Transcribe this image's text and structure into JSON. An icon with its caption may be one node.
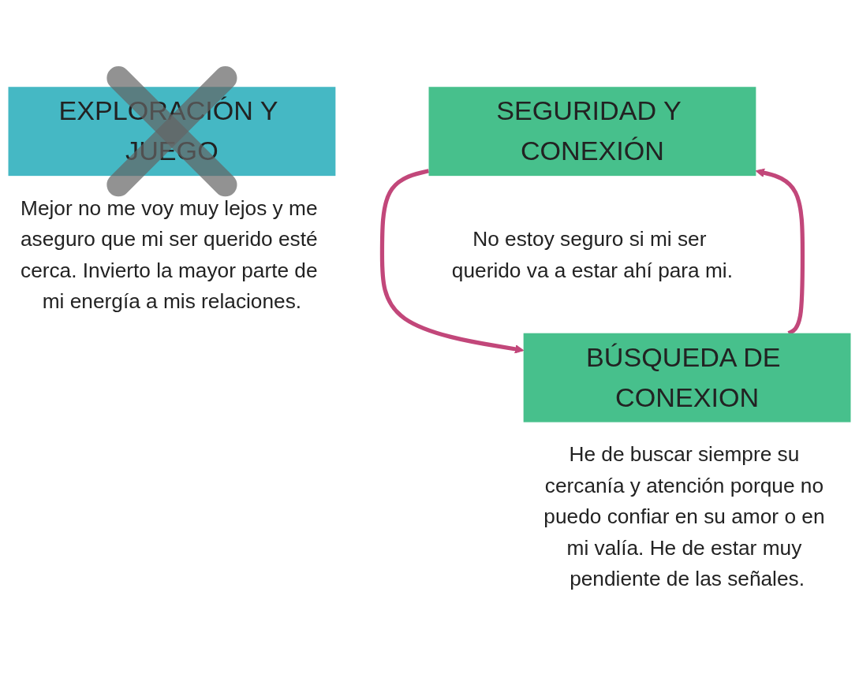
{
  "diagram": {
    "nodes": [
      {
        "text": [
          "SEGURIDAD Y CONEXIÓN"
        ],
        "beside": [
          "No estoy seguro si mi ser querido va a estar ahí para mi."
        ]
      },
      {
        "text": [
          "BÚSQUEDA DE CONEXION"
        ],
        "beside": [
          "He de buscar siempre su cercanía y atención porque no puedo confiar en su amor o en mi valía. He de estar muy pendiente de las señales."
        ]
      },
      {
        "text": [
          "EXPLORACIÓN Y JUEGO"
        ],
        "beside": [
          "Mejor no me voy muy lejos y me aseguro que mi ser querido esté cerca. Invierto la mayor parte de mi energía a mis relaciones."
        ]
      }
    ],
    "edges": [
      {
        "from": 0,
        "to": 1,
        "arrow": "to",
        "color": "#c2477a"
      },
      {
        "from": 1,
        "to": 0,
        "arrow": "to",
        "color": "#c2477a"
      }
    ]
  }
}
